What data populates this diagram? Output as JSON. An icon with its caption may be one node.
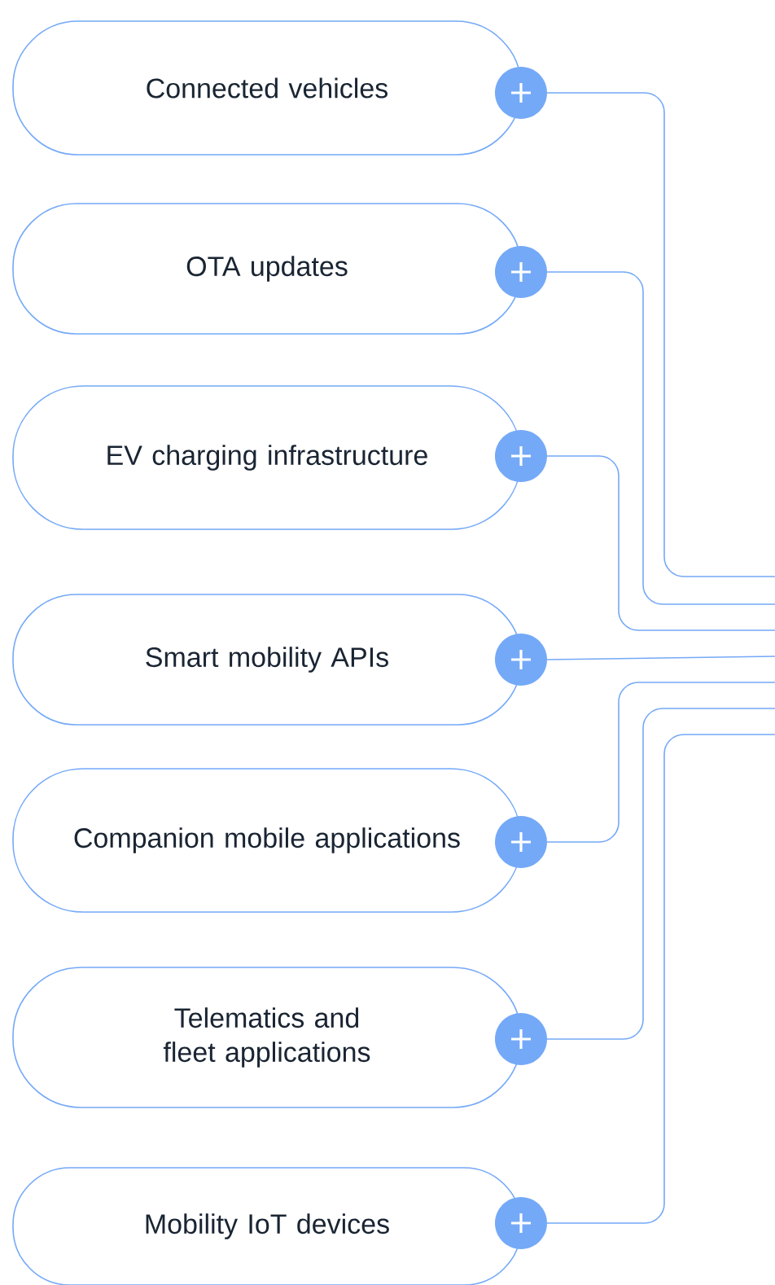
{
  "diagram": {
    "nodes": [
      {
        "text": [
          "Connected vehicles"
        ]
      },
      {
        "text": [
          "OTA updates"
        ]
      },
      {
        "text": [
          "EV charging infrastructure"
        ]
      },
      {
        "text": [
          "Smart mobility APIs"
        ]
      },
      {
        "text": [
          "Companion mobile applications"
        ]
      },
      {
        "text": [
          "Telematics and fleet applications"
        ]
      },
      {
        "text": [
          "Mobility IoT devices"
        ]
      }
    ],
    "edges": [
      {
        "from": 0,
        "to": null,
        "arrow": "none"
      },
      {
        "from": 1,
        "to": null,
        "arrow": "none"
      },
      {
        "from": 2,
        "to": null,
        "arrow": "none"
      },
      {
        "from": 3,
        "to": null,
        "arrow": "none"
      },
      {
        "from": 4,
        "to": null,
        "arrow": "none"
      },
      {
        "from": 5,
        "to": null,
        "arrow": "none"
      },
      {
        "from": 6,
        "to": null,
        "arrow": "none"
      }
    ]
  }
}
